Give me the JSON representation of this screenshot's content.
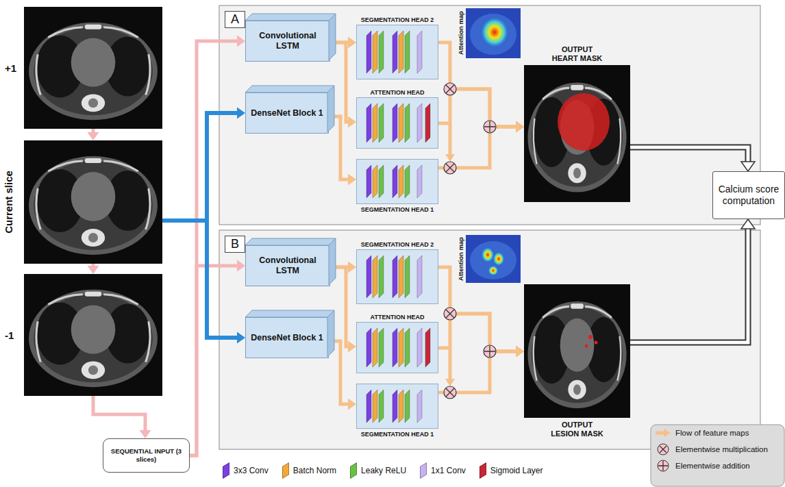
{
  "diagram": {
    "nodes": [
      {
        "text": [
          "+1"
        ]
      },
      {
        "text": [
          "Current slice"
        ]
      },
      {
        "text": [
          "-1"
        ]
      },
      {
        "text": [
          "SEQUENTIAL INPUT (3 slices)"
        ]
      },
      {
        "text": [
          "A"
        ]
      },
      {
        "text": [
          "Convolutional LSTM"
        ],
        "in": 4
      },
      {
        "text": [
          "SEGMENTATION HEAD 2"
        ],
        "in": 4
      },
      {
        "text": [
          "ATTENTION HEAD"
        ],
        "in": 4
      },
      {
        "text": [
          "DenseNet Block 1"
        ],
        "in": 4
      },
      {
        "text": [
          "SEGMENTATION HEAD 1"
        ],
        "in": 4
      },
      {
        "text": [
          "OUTPUT HEART MASK"
        ],
        "in": 4
      },
      {
        "text": [
          "B"
        ]
      },
      {
        "text": [
          "Convolutional LSTM"
        ],
        "in": 11
      },
      {
        "text": [
          "SEGMENTATION HEAD 2"
        ],
        "in": 11
      },
      {
        "text": [
          "ATTENTION HEAD"
        ],
        "in": 11
      },
      {
        "text": [
          "DenseNet Block 1"
        ],
        "in": 11
      },
      {
        "text": [
          "SEGMENTATION HEAD 1"
        ],
        "in": 11
      },
      {
        "text": [
          "OUTPUT LESION MASK"
        ],
        "in": 11
      },
      {
        "text": [
          "Calcium score computation"
        ]
      }
    ],
    "edges": [
      {
        "from": 0,
        "to": 1,
        "arrow": "to"
      },
      {
        "from": 1,
        "to": 2,
        "arrow": "to"
      },
      {
        "from": 2,
        "to": 3,
        "arrow": "to"
      },
      {
        "from": 3,
        "to": 5,
        "arrow": "to"
      },
      {
        "from": 3,
        "to": 12,
        "arrow": "to"
      },
      {
        "from": 1,
        "to": 8,
        "arrow": "to"
      },
      {
        "from": 1,
        "to": 15,
        "arrow": "to"
      },
      {
        "from": 5,
        "to": 6,
        "arrow": "to"
      },
      {
        "from": 5,
        "to": 7,
        "arrow": "to"
      },
      {
        "from": 8,
        "to": 9,
        "arrow": "to"
      },
      {
        "from": 6,
        "to": 10,
        "arrow": "to"
      },
      {
        "from": 7,
        "to": 10,
        "arrow": "to"
      },
      {
        "from": 9,
        "to": 10,
        "arrow": "to"
      },
      {
        "from": 12,
        "to": 13,
        "arrow": "to"
      },
      {
        "from": 12,
        "to": 14,
        "arrow": "to"
      },
      {
        "from": 15,
        "to": 16,
        "arrow": "to"
      },
      {
        "from": 13,
        "to": 17,
        "arrow": "to"
      },
      {
        "from": 14,
        "to": 17,
        "arrow": "to"
      },
      {
        "from": 16,
        "to": 17,
        "arrow": "to"
      },
      {
        "from": 10,
        "to": 18,
        "arrow": "to"
      },
      {
        "from": 17,
        "to": 18,
        "arrow": "to"
      }
    ],
    "labels": [
      "Attention map",
      "Attention map"
    ],
    "legend": [
      {
        "text": "3x3 Conv",
        "color": "#7c3fe0"
      },
      {
        "text": "Batch Norm",
        "color": "#f2a93b"
      },
      {
        "text": "Leaky ReLU",
        "color": "#6cc04a"
      },
      {
        "text": "1x1 Conv",
        "color": "#c6b2f0"
      },
      {
        "text": "Sigmoid Layer",
        "color": "#c62838"
      },
      {
        "text": "Flow of feature maps"
      },
      {
        "text": "Elementwise multiplication"
      },
      {
        "text": "Elementwise addition"
      }
    ]
  }
}
